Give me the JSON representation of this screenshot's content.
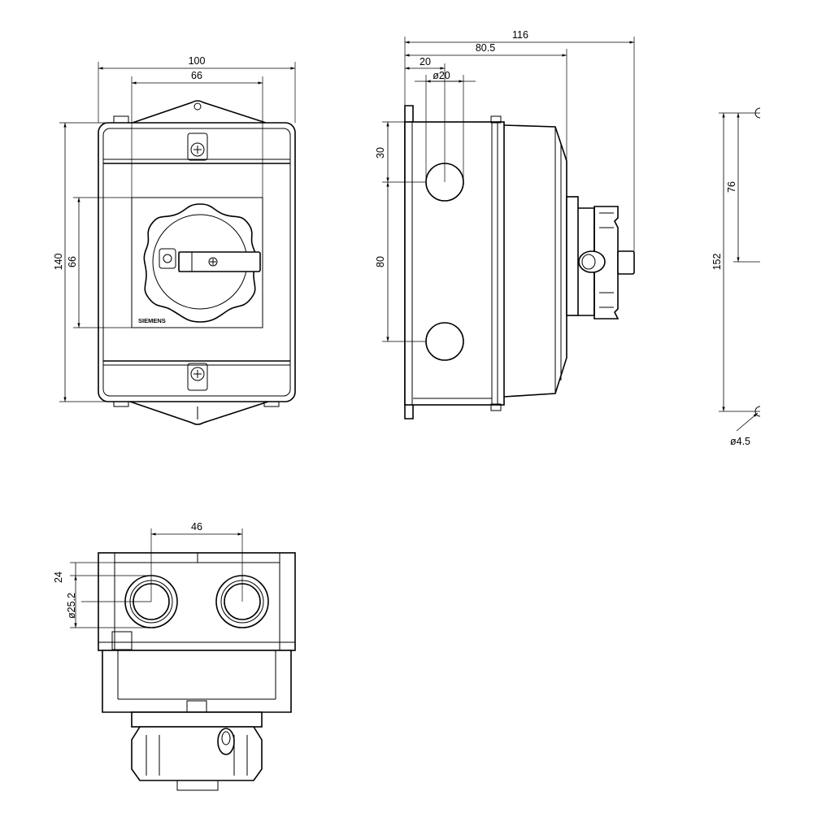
{
  "front_view": {
    "dim_width": "100",
    "dim_inner_width": "66",
    "dim_height": "140",
    "dim_inner_height": "66",
    "brand": "SIEMENS"
  },
  "side_view": {
    "dim_total_depth": "116",
    "dim_enclosure_depth": "80.5",
    "dim_hole_offset": "20",
    "dim_hole_diameter": "ø20",
    "dim_top_hole": "30",
    "dim_hole_spacing": "80"
  },
  "mounting_view": {
    "dim_overall": "152",
    "dim_inner": "76",
    "dim_hole": "ø4.5"
  },
  "bottom_view": {
    "dim_hole_spacing": "46",
    "dim_hole_height": "24",
    "dim_hole_diameter": "ø25.2"
  }
}
